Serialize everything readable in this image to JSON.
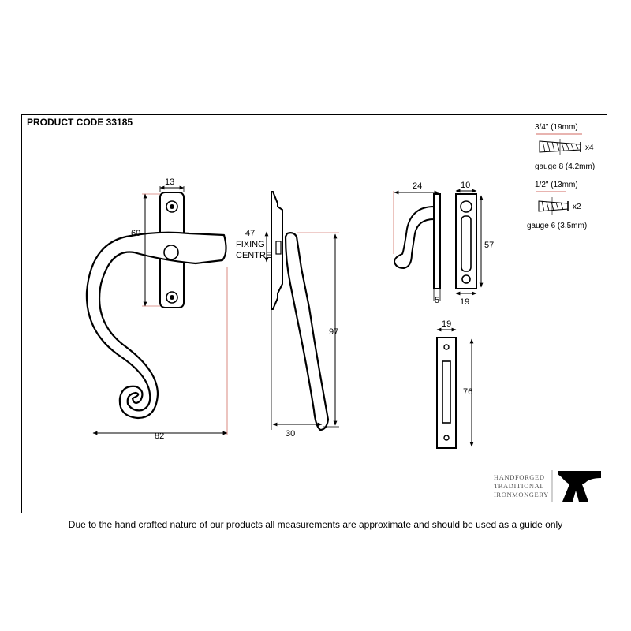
{
  "header": {
    "product_code": "PRODUCT CODE 33185"
  },
  "footer": {
    "disclaimer": "Due to the hand crafted nature of our products all measurements are approximate and should be used as a guide only"
  },
  "handle_front": {
    "width_top": "13",
    "height_plate": "60",
    "overall_width": "82"
  },
  "handle_side": {
    "fixing_centre_value": "47",
    "fixing_centre_line1": "FIXING",
    "fixing_centre_line2": "CENTRE",
    "height": "97",
    "projection": "30"
  },
  "hook_keep": {
    "width": "24",
    "plate_width": "10",
    "height": "57",
    "depth": "5",
    "plate_width_bottom": "19"
  },
  "mortice_keep": {
    "width": "19",
    "height": "76"
  },
  "screws": {
    "large": {
      "length": "3/4\" (19mm)",
      "qty": "x4",
      "gauge": "gauge 8 (4.2mm)"
    },
    "small": {
      "length": "1/2\" (13mm)",
      "qty": "x2",
      "gauge": "gauge 6 (3.5mm)"
    }
  },
  "logo": {
    "line1": "HANDFORGED",
    "line2": "TRADITIONAL",
    "line3": "IRONMONGERY",
    "icon": "anvil-icon"
  },
  "colors": {
    "line": "#000000",
    "dimension_accent": "#c0392b"
  }
}
